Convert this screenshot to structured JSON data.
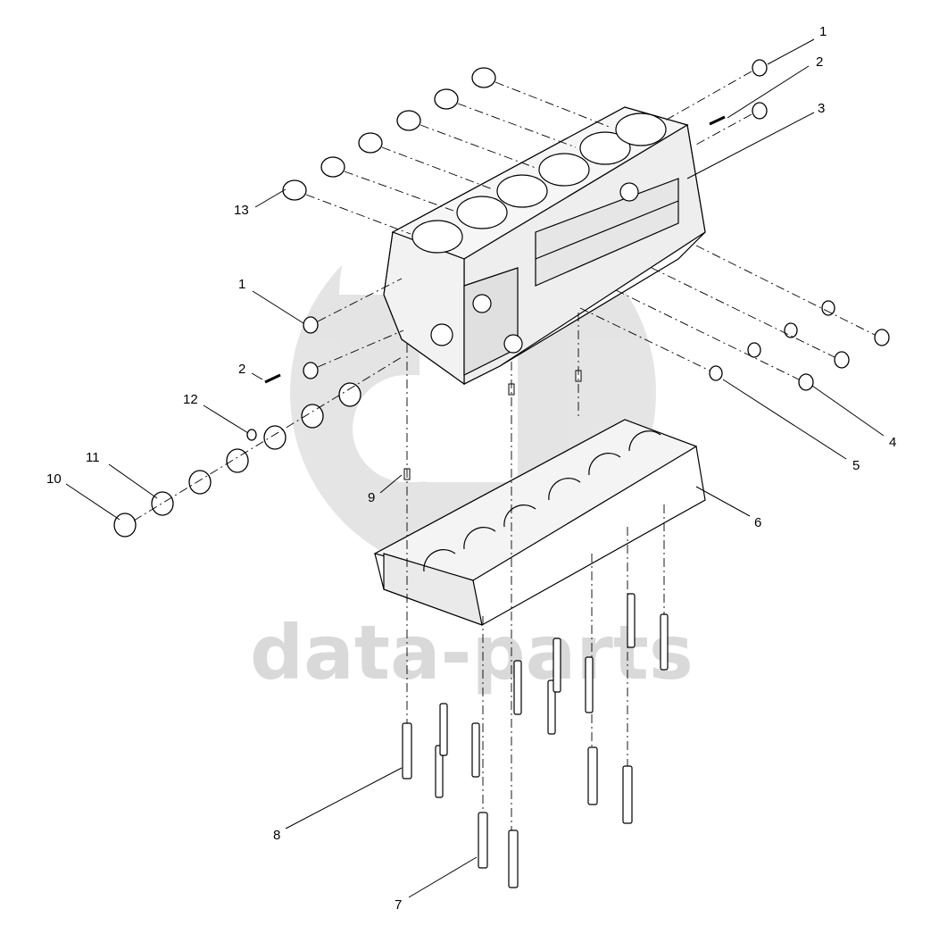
{
  "watermark": {
    "text": "data-parts",
    "logo": "data-parts-logo"
  },
  "callouts": [
    {
      "id": "c1a",
      "label": "1"
    },
    {
      "id": "c2a",
      "label": "2"
    },
    {
      "id": "c3",
      "label": "3"
    },
    {
      "id": "c13",
      "label": "13"
    },
    {
      "id": "c1b",
      "label": "1"
    },
    {
      "id": "c2b",
      "label": "2"
    },
    {
      "id": "c12",
      "label": "12"
    },
    {
      "id": "c11",
      "label": "11"
    },
    {
      "id": "c10",
      "label": "10"
    },
    {
      "id": "c9",
      "label": "9"
    },
    {
      "id": "c4",
      "label": "4"
    },
    {
      "id": "c5",
      "label": "5"
    },
    {
      "id": "c6",
      "label": "6"
    },
    {
      "id": "c8",
      "label": "8"
    },
    {
      "id": "c7",
      "label": "7"
    }
  ]
}
